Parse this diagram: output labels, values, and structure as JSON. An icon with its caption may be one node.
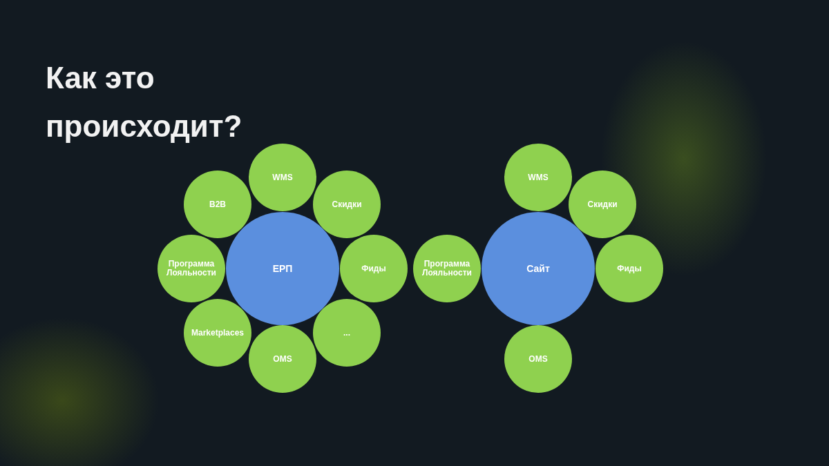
{
  "diagram": {
    "title": "Как это происходит?",
    "nodes": [
      {
        "text": [
          "WMS"
        ]
      },
      {
        "text": [
          "B2B"
        ]
      },
      {
        "text": [
          "Скидки"
        ]
      },
      {
        "text": [
          "Программа Лояльности"
        ]
      },
      {
        "text": [
          "ЕРП"
        ]
      },
      {
        "text": [
          "Фиды"
        ]
      },
      {
        "text": [
          "Marketplaces"
        ]
      },
      {
        "text": [
          "..."
        ]
      },
      {
        "text": [
          "OMS"
        ]
      },
      {
        "text": [
          "WMS"
        ]
      },
      {
        "text": [
          "Скидки"
        ]
      },
      {
        "text": [
          "Программа Лояльности"
        ]
      },
      {
        "text": [
          "Сайт"
        ]
      },
      {
        "text": [
          "Фиды"
        ]
      },
      {
        "text": [
          "OMS"
        ]
      }
    ],
    "edges": []
  }
}
